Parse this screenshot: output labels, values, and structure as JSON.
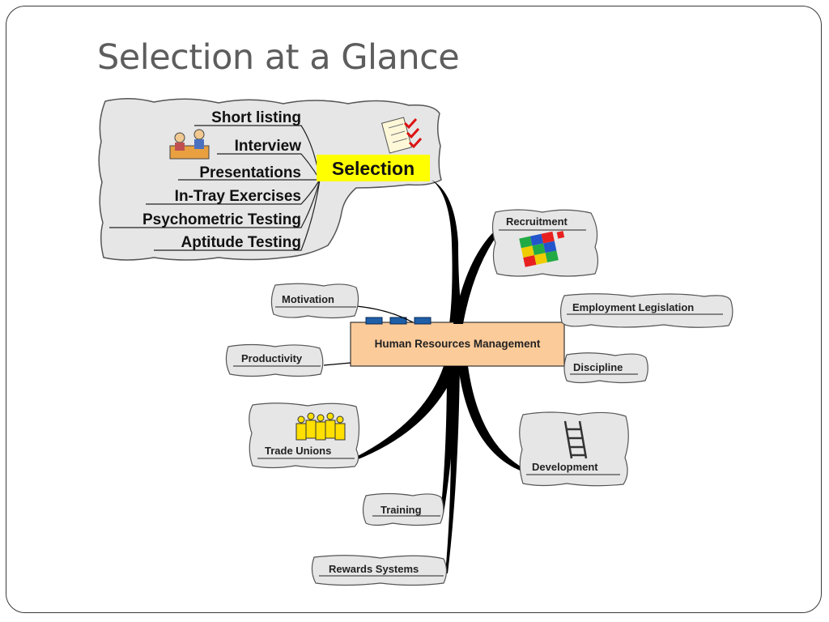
{
  "slide": {
    "title": "Selection at a Glance"
  },
  "mindmap": {
    "central_topic": "Human Resources Management",
    "selection": {
      "label": "Selection",
      "items": [
        "Short listing",
        "Interview",
        "Presentations",
        "In-Tray Exercises",
        "Psychometric Testing",
        "Aptitude Testing"
      ]
    },
    "branches": {
      "recruitment": "Recruitment",
      "motivation": "Motivation",
      "employment_legislation": "Employment Legislation",
      "productivity": "Productivity",
      "discipline": "Discipline",
      "trade_unions": "Trade Unions",
      "development": "Development",
      "training": "Training",
      "rewards_systems": "Rewards Systems"
    },
    "colors": {
      "central_fill": "#fccb9a",
      "selection_highlight": "#ffff00",
      "cloud_fill": "#e6e6e6",
      "connector_tab": "#1f5fa8"
    },
    "icons": [
      "checklist-icon",
      "interview-icon",
      "jigsaw-puzzle-icon",
      "crowd-icon",
      "ladder-icon"
    ]
  }
}
